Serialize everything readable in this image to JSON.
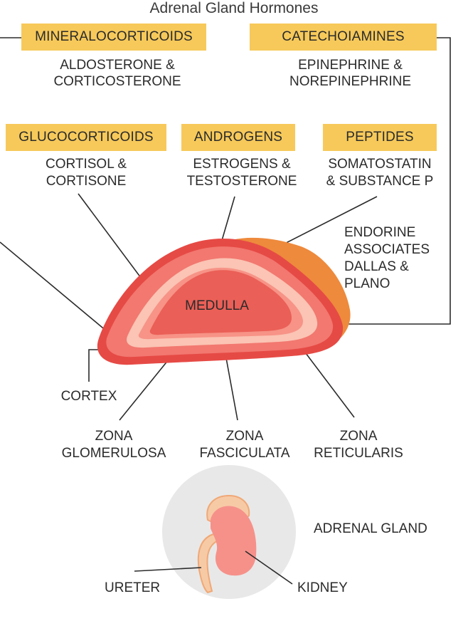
{
  "title": "Adrenal Gland Hormones",
  "hormone_groups": [
    {
      "category": "MINERALOCORTICOIDS",
      "examples_line1": "ALDOSTERONE &",
      "examples_line2": "CORTICOSTERONE"
    },
    {
      "category": "CATECHOIAMINES",
      "examples_line1": "EPINEPHRINE &",
      "examples_line2": "NOREPINEPHRINE"
    },
    {
      "category": "GLUCOCORTICOIDS",
      "examples_line1": "CORTISOL &",
      "examples_line2": "CORTISONE"
    },
    {
      "category": "ANDROGENS",
      "examples_line1": "ESTROGENS &",
      "examples_line2": "TESTOSTERONE"
    },
    {
      "category": "PEPTIDES",
      "examples_line1": "SOMATOSTATIN",
      "examples_line2": "& SUBSTANCE P"
    }
  ],
  "watermark_lines": [
    "ENDORINE",
    "ASSOCIATES",
    "DALLAS &",
    "PLANO"
  ],
  "gland_labels": {
    "medulla": "MEDULLA",
    "cortex": "CORTEX",
    "zona_glomerulosa_1": "ZONA",
    "zona_glomerulosa_2": "GLOMERULOSA",
    "zona_fasciculata_1": "ZONA",
    "zona_fasciculata_2": "FASCICULATA",
    "zona_reticularis_1": "ZONA",
    "zona_reticularis_2": "RETICULARIS"
  },
  "kidney_labels": {
    "adrenal_gland": "ADRENAL GLAND",
    "ureter": "URETER",
    "kidney": "KIDNEY"
  },
  "colors": {
    "badge": "#f6c95a",
    "gland_outer": "#e64a45",
    "gland_shadow": "#ee8a3c",
    "gland_fill": "#f27870",
    "gland_light": "#fbc4b4",
    "medulla": "#ea5f57",
    "kidney_circle": "#e8e8e8",
    "kidney": "#f6918a",
    "ureter": "#f7caa6"
  }
}
